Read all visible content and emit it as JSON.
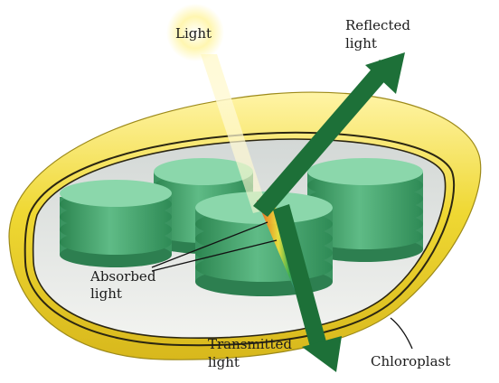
{
  "labels": {
    "light": "Light",
    "reflected_line1": "Reflected",
    "reflected_line2": "light",
    "absorbed_line1": "Absorbed",
    "absorbed_line2": "light",
    "transmitted_line1": "Transmitted",
    "transmitted_line2": "light",
    "chloroplast": "Chloroplast"
  },
  "colors": {
    "outer_membrane": "#f1df3a",
    "inner_stroma": "#e9ecea",
    "grana_dark": "#2f8a54",
    "grana_light": "#7fd0a2",
    "arrow": "#1c6e36",
    "sun": "#fff8b0"
  }
}
